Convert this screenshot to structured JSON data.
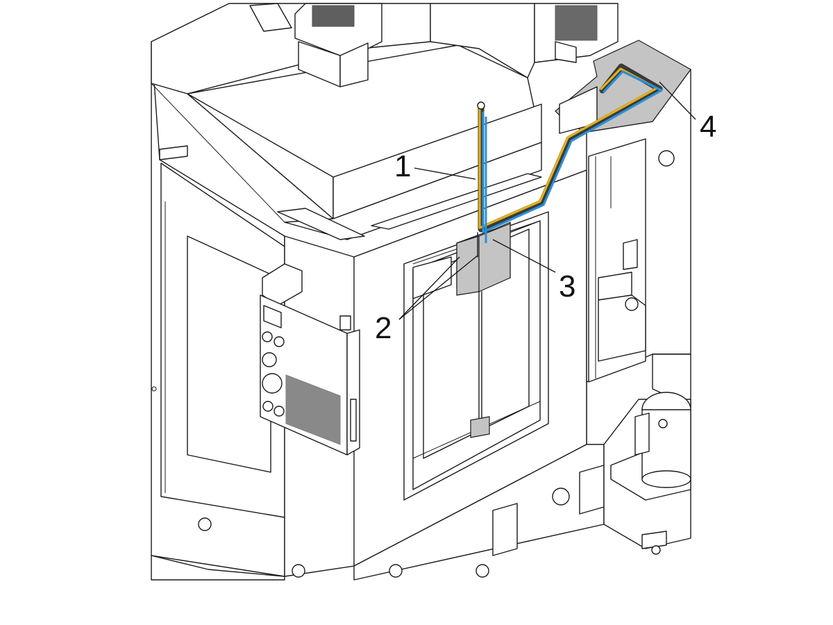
{
  "callouts": [
    {
      "id": "1",
      "label": "1"
    },
    {
      "id": "2",
      "label": "2"
    },
    {
      "id": "3",
      "label": "3"
    },
    {
      "id": "4",
      "label": "4"
    }
  ],
  "colors": {
    "line": "#1a1a1a",
    "highlight_fill": "#c4c4c4",
    "hose_yellow": "#e3b11b",
    "hose_blue": "#2b8fd6",
    "hose_outline": "#3a3a3a",
    "background": "#ffffff"
  }
}
